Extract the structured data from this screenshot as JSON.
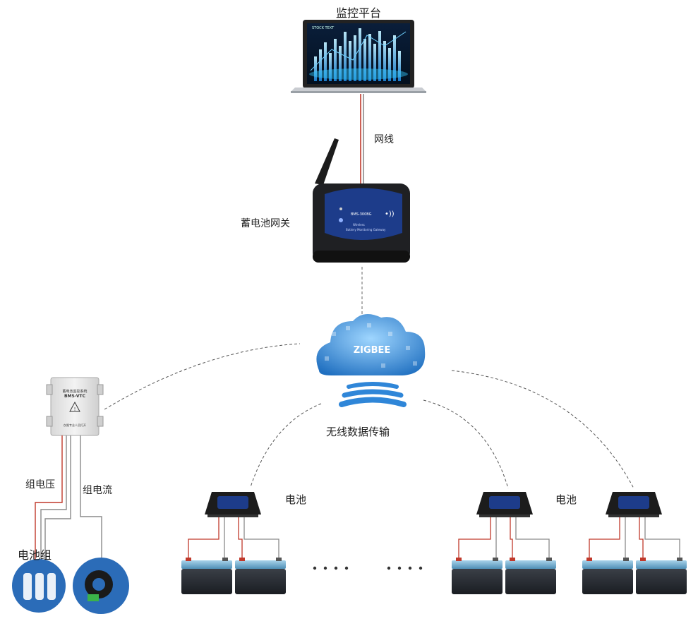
{
  "labels": {
    "platform": "监控平台",
    "network_cable": "网线",
    "gateway": "蓄电池网关",
    "wireless": "无线数据传输",
    "battery_a": "电池",
    "battery_b": "电池",
    "group_voltage": "组电压",
    "group_current": "组电流",
    "battery_group": "电池组"
  },
  "cloud_text": "ZIGBEE",
  "laptop_screen_caption": "STOCK TEXT",
  "gateway_model": "BMS-300BG",
  "gateway_subtitle": "Wireless",
  "gateway_subtitle2": "Battery Monitoring Gateway",
  "box_title": "蓄电池监控系统",
  "box_model": "BMS-VTC",
  "box_footer": "仅限专业人员打开",
  "colors": {
    "cable_red": "#c0392b",
    "cable_gray": "#8a8a8a",
    "cloud_blue": "#4aa3e8",
    "battery_body": "#2b2f36",
    "battery_top": "#7fb8d6"
  },
  "icons": [
    "laptop",
    "gateway-device",
    "zigbee-cloud",
    "wifi-waves",
    "monitor-box",
    "battery-pack",
    "current-sensor",
    "battery-sensor",
    "battery"
  ]
}
